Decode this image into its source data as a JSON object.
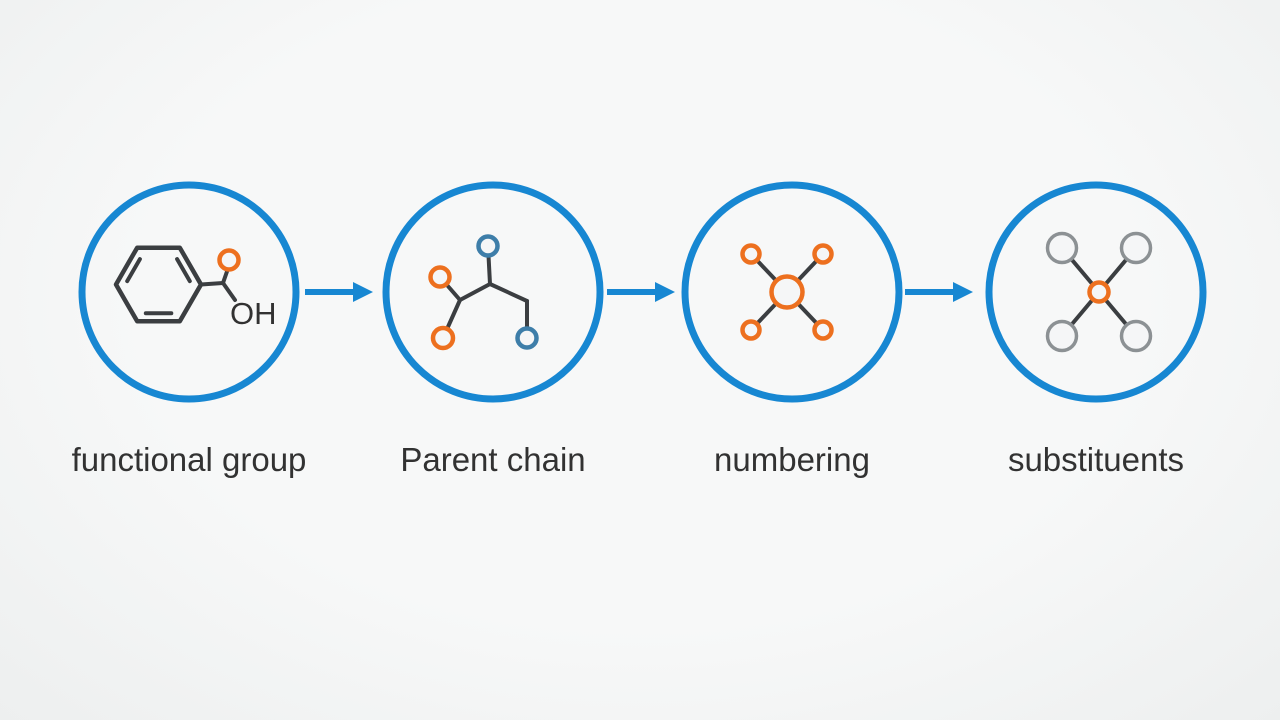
{
  "diagram": {
    "description": "IUPAC nomenclature steps flow diagram",
    "steps": [
      {
        "label": "functional group",
        "icon": "benzoic-acid-structure"
      },
      {
        "label": "Parent chain",
        "icon": "branched-chain-structure"
      },
      {
        "label": "numbering",
        "icon": "numbered-positions-structure"
      },
      {
        "label": "substituents",
        "icon": "substituents-structure"
      }
    ],
    "molecule": {
      "hydroxyl_label": "OH"
    },
    "arrows": {
      "count": 3,
      "direction": "right"
    },
    "colors": {
      "circle_blue": "#1787d2",
      "arrow_blue": "#1787d2",
      "orange": "#ed701f",
      "steel_blue": "#3e7ea9",
      "gray_node": "#8c9194",
      "bond_dark": "#3b3e41",
      "label_text": "#323232",
      "background": "#f5f6f7"
    }
  }
}
